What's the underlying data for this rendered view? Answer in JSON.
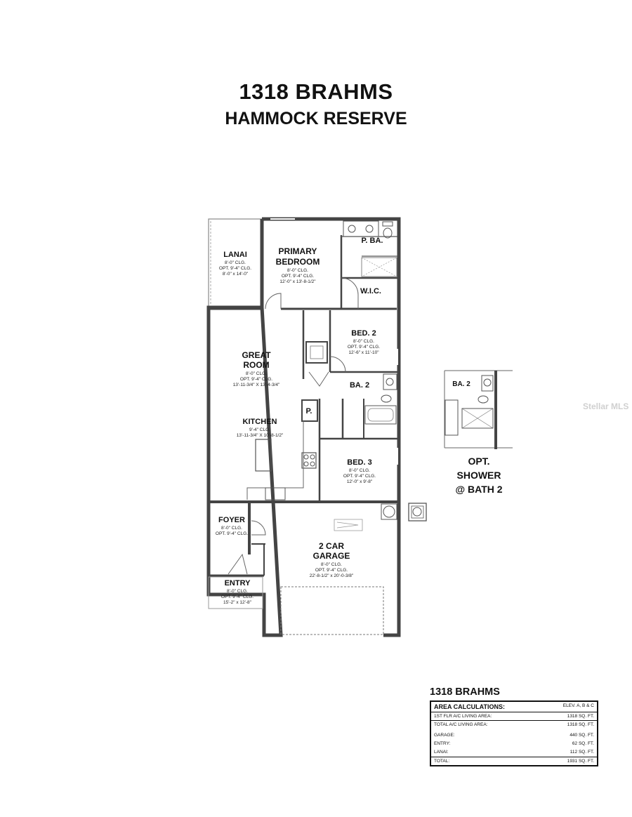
{
  "header": {
    "title": "1318 BRAHMS",
    "subtitle": "HAMMOCK RESERVE"
  },
  "rooms": {
    "lanai": {
      "name": "LANAI",
      "lines": [
        "8'-0\" CLG.",
        "OPT. 9'-4\" CLG.",
        "8'-0\" x 14'-0\""
      ]
    },
    "primary_bedroom": {
      "name1": "PRIMARY",
      "name2": "BEDROOM",
      "lines": [
        "8'-0\" CLG.",
        "OPT. 9'-4\" CLG.",
        "12'-0\" x 13'-8-1/2\""
      ]
    },
    "primary_bath": {
      "name": "P. BA."
    },
    "wic": {
      "name": "W.I.C."
    },
    "bed2": {
      "name": "BED. 2",
      "lines": [
        "8'-0\" CLG.",
        "OPT. 9'-4\" CLG.",
        "12'-6\" x 11'-10\""
      ]
    },
    "great_room": {
      "name1": "GREAT",
      "name2": "ROOM",
      "lines": [
        "8'-0\" CLG.",
        "OPT. 9'-4\" CLG.",
        "13'-11-3/4\" X 13'-4-3/4\""
      ]
    },
    "bath2": {
      "name": "BA. 2"
    },
    "pantry": {
      "name": "P."
    },
    "kitchen": {
      "name": "KITCHEN",
      "lines": [
        "9'-4\" CLG.",
        "13'-11-3/4\" X 10'-8-1/2\""
      ]
    },
    "bed3": {
      "name": "BED. 3",
      "lines": [
        "8'-0\" CLG.",
        "OPT. 9'-4\" CLG.",
        "12'-0\" x 9'-8\""
      ]
    },
    "foyer": {
      "name": "FOYER",
      "lines": [
        "8'-0\" CLG.",
        "OPT. 9'-4\" CLG."
      ]
    },
    "garage": {
      "name1": "2 CAR",
      "name2": "GARAGE",
      "lines": [
        "8'-0\" CLG.",
        "OPT. 9'-4\" CLG.",
        "22'-8-1/2\" x 20'-0-3/8\""
      ]
    },
    "entry": {
      "name": "ENTRY",
      "lines": [
        "8'-0\" CLG.",
        "OPT. 9'-4\" CLG.",
        "15'-2\" x 12'-8\""
      ]
    }
  },
  "option": {
    "bath_label": "BA. 2",
    "caption": [
      "OPT.",
      "SHOWER",
      "@ BATH 2"
    ]
  },
  "area_calculations": {
    "title": "1318 BRAHMS",
    "header": "AREA CALCULATIONS:",
    "elevations": "ELEV. A, B & C",
    "rows": [
      {
        "label": "1ST FLR A/C LIVING AREA:",
        "value": "1318 SQ. FT."
      },
      {
        "label": "TOTAL A/C LIVING AREA:",
        "value": "1318 SQ. FT."
      },
      {
        "label": "GARAGE:",
        "value": "440 SQ. FT."
      },
      {
        "label": "ENTRY:",
        "value": "62 SQ. FT."
      },
      {
        "label": "LANAI:",
        "value": "112 SQ. FT."
      },
      {
        "label": "TOTAL:",
        "value": "1931 SQ. FT."
      }
    ]
  },
  "watermark": "Stellar MLS"
}
